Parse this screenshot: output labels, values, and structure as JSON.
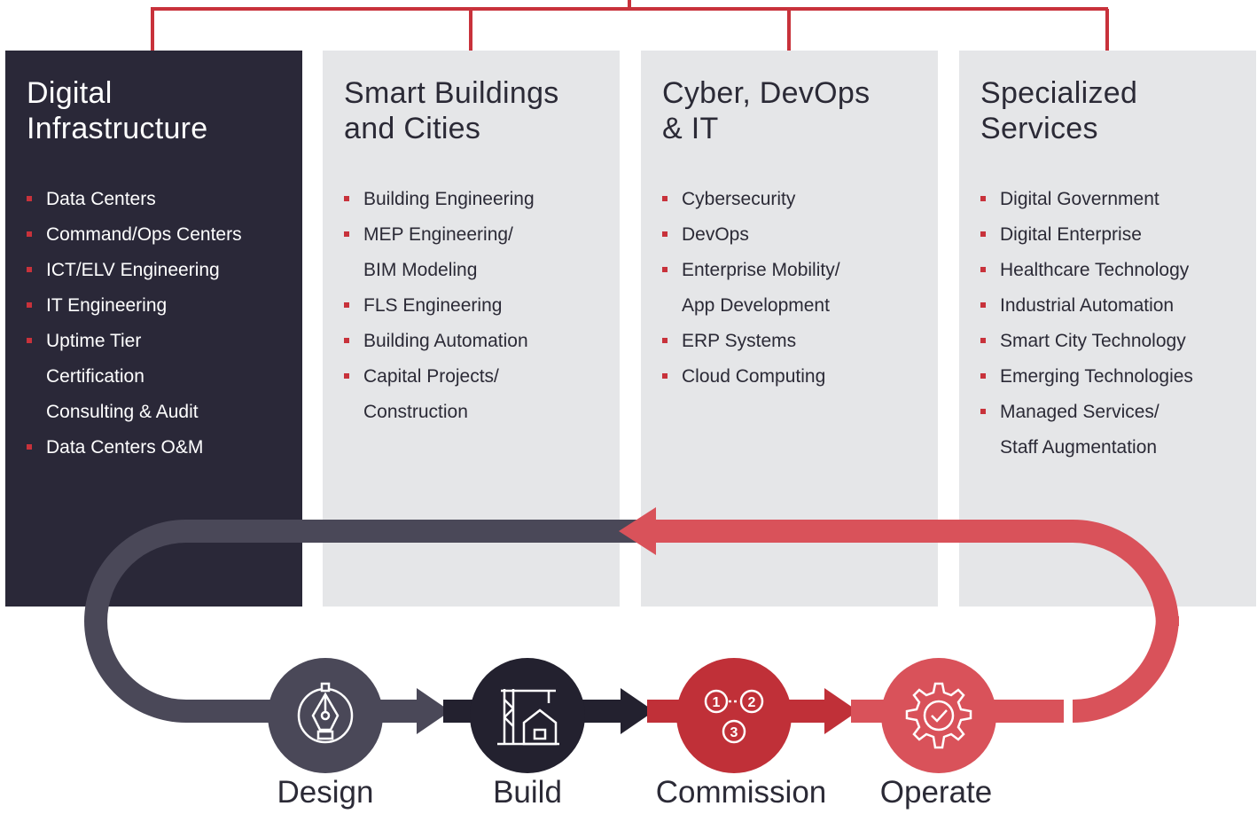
{
  "columns": [
    {
      "title": "Digital\nInfrastructure",
      "theme": "dark",
      "items": [
        "Data Centers",
        "Command/Ops Centers",
        "ICT/ELV Engineering",
        "IT Engineering",
        "Uptime Tier\nCertification\nConsulting & Audit",
        "Data Centers O&M"
      ]
    },
    {
      "title": "Smart Buildings\nand Cities",
      "theme": "light",
      "items": [
        "Building Engineering",
        "MEP Engineering/\nBIM Modeling",
        "FLS Engineering",
        "Building Automation",
        "Capital Projects/\nConstruction"
      ]
    },
    {
      "title": "Cyber, DevOps\n& IT",
      "theme": "light",
      "items": [
        "Cybersecurity",
        "DevOps",
        "Enterprise Mobility/\nApp Development",
        "ERP Systems",
        "Cloud Computing"
      ]
    },
    {
      "title": "Specialized\nServices",
      "theme": "light",
      "items": [
        "Digital Government",
        "Digital Enterprise",
        "Healthcare Technology",
        "Industrial Automation",
        "Smart City Technology",
        "Emerging Technologies",
        "Managed Services/\nStaff Augmentation"
      ]
    }
  ],
  "lifecycle": [
    {
      "label": "Design",
      "icon": "pen-tool-icon",
      "color": "#4a4858"
    },
    {
      "label": "Build",
      "icon": "crane-building-icon",
      "color": "#23212f"
    },
    {
      "label": "Commission",
      "icon": "numbered-steps-icon",
      "color": "#c03038"
    },
    {
      "label": "Operate",
      "icon": "gear-check-icon",
      "color": "#d9525a"
    }
  ],
  "colors": {
    "accent": "#c8323b",
    "dark": "#2a2838",
    "panel": "#e5e6e8",
    "loop_dark": "#4a4858",
    "loop_red": "#d9525a"
  }
}
